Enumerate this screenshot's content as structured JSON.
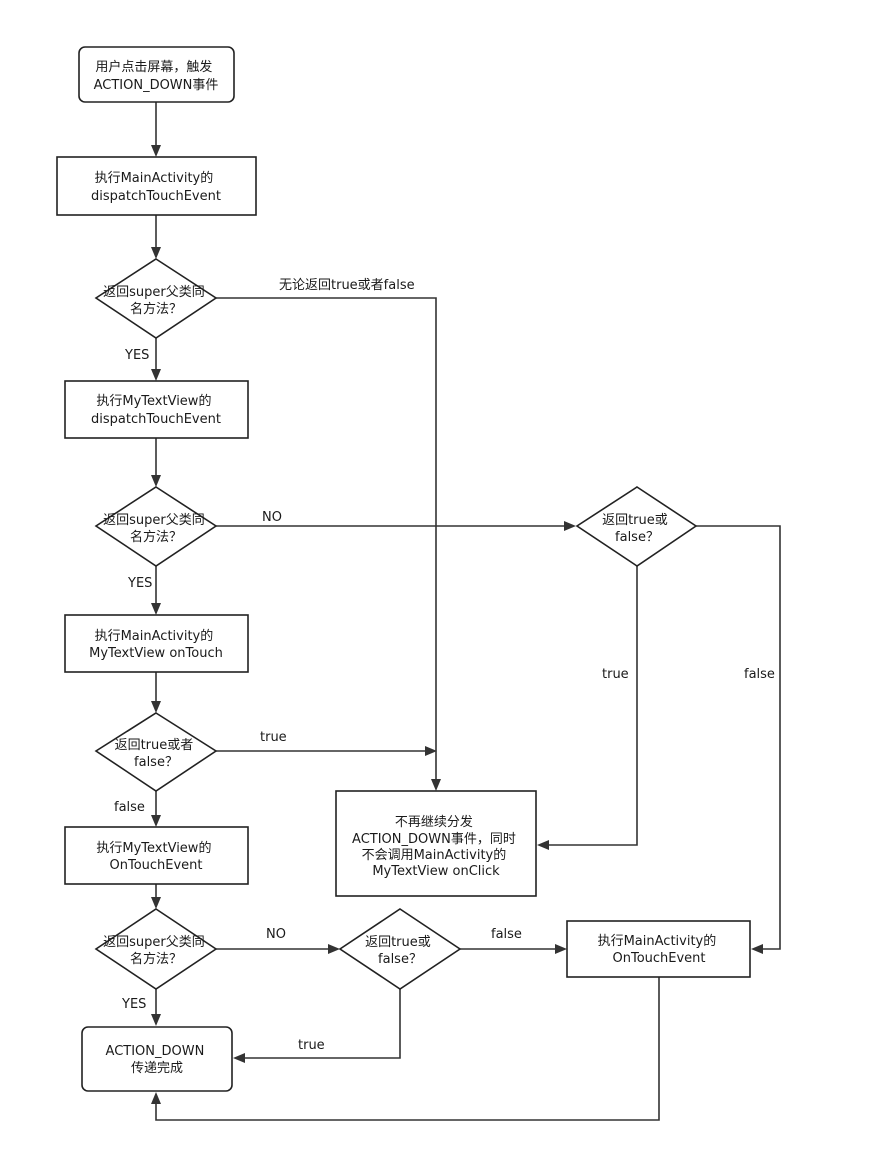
{
  "nodes": [
    {
      "id": "start",
      "lines": [
        "用户点击屏幕，触发",
        "ACTION_DOWN事件"
      ]
    },
    {
      "id": "main-dispatch",
      "lines": [
        "执行MainActivity的",
        "dispatchTouchEvent"
      ]
    },
    {
      "id": "decision-1",
      "lines": [
        "返回super父类同",
        "名方法？"
      ]
    },
    {
      "id": "mytextview-dispatch",
      "lines": [
        "执行MyTextView的",
        "dispatchTouchEvent"
      ]
    },
    {
      "id": "decision-2",
      "lines": [
        "返回super父类同",
        "名方法？"
      ]
    },
    {
      "id": "decision-right-1",
      "lines": [
        "返回true或",
        "false？"
      ]
    },
    {
      "id": "main-ontouch",
      "lines": [
        "执行MainActivity的",
        "MyTextView onTouch"
      ]
    },
    {
      "id": "decision-3",
      "lines": [
        "返回true或者",
        "false？"
      ]
    },
    {
      "id": "stop-dispatch",
      "lines": [
        "不再继续分发",
        "ACTION_DOWN事件，同时",
        "不会调用MainActivity的",
        "MyTextView onClick"
      ]
    },
    {
      "id": "mytextview-ontouchevent",
      "lines": [
        "执行MyTextView的",
        "OnTouchEvent"
      ]
    },
    {
      "id": "decision-4",
      "lines": [
        "返回super父类同",
        "名方法？"
      ]
    },
    {
      "id": "decision-5",
      "lines": [
        "返回true或",
        "false？"
      ]
    },
    {
      "id": "main-ontouchevent",
      "lines": [
        "执行MainActivity的",
        "OnTouchEvent"
      ]
    },
    {
      "id": "done",
      "lines": [
        "ACTION_DOWN",
        "传递完成"
      ]
    }
  ],
  "edge_labels": {
    "any_result": "无论返回true或者false",
    "yes_1": "YES",
    "no_1": "NO",
    "yes_2": "YES",
    "true_1": "true",
    "false_1": "false",
    "true_2": "true",
    "false_2": "false",
    "no_2": "NO",
    "false_3": "false",
    "yes_3": "YES",
    "true_3": "true"
  }
}
